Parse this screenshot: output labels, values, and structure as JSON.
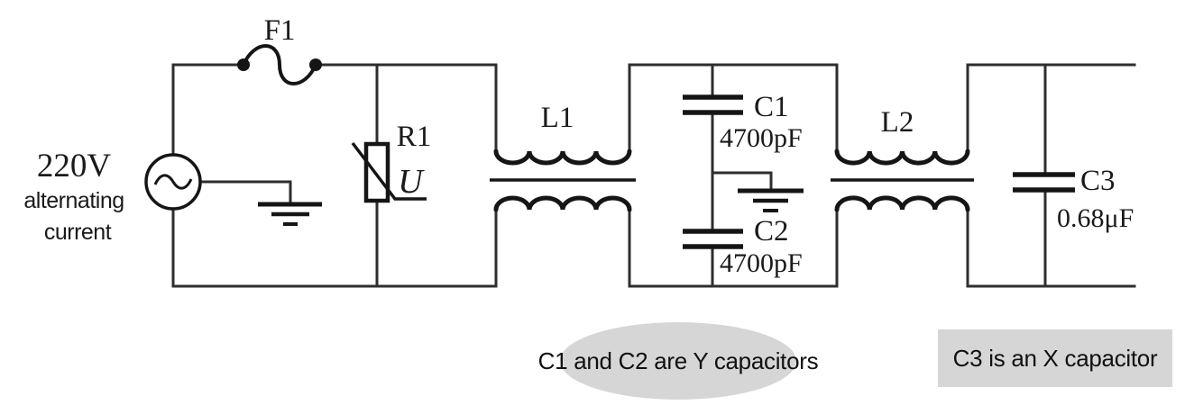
{
  "source": {
    "voltage": "220V",
    "description_line1": "alternating",
    "description_line2": "current"
  },
  "components": {
    "fuse": {
      "ref": "F1"
    },
    "varistor": {
      "ref": "R1",
      "marking": "U"
    },
    "choke1": {
      "ref": "L1"
    },
    "cap1": {
      "ref": "C1",
      "value": "4700pF"
    },
    "cap2": {
      "ref": "C2",
      "value": "4700pF"
    },
    "choke2": {
      "ref": "L2"
    },
    "cap3": {
      "ref": "C3",
      "value": "0.68μF"
    }
  },
  "annotations": {
    "y_caps": {
      "text": "C1 and C2 are Y capacitors"
    },
    "x_cap": {
      "text": "C3 is an X capacitor"
    }
  },
  "colors": {
    "background": "#ffffff",
    "wire": "#2e2e2e",
    "component": "#151515",
    "text": "#1a1a1a",
    "annotation_bg": "#d6d6d6",
    "annotation_text": "#111111"
  }
}
